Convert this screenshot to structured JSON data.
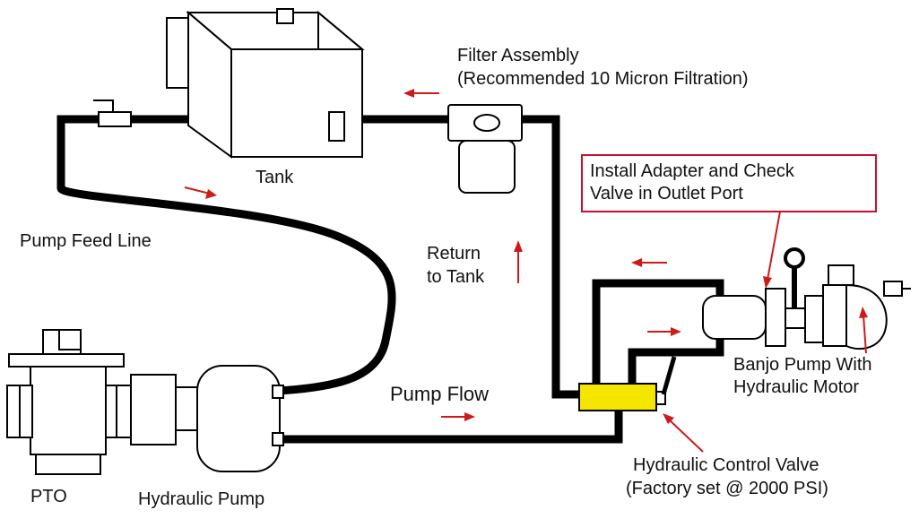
{
  "labels": {
    "filter_assembly": [
      "Filter Assembly",
      "(Recommended 10 Micron Filtration)"
    ],
    "tank": "Tank",
    "adapter_note": [
      "Install Adapter and Check",
      "Valve in Outlet Port"
    ],
    "pump_feed_line": "Pump Feed Line",
    "return_to_tank": [
      "Return",
      "to Tank"
    ],
    "pump_flow": "Pump Flow",
    "banjo_pump": [
      "Banjo Pump With",
      "Hydraulic Motor"
    ],
    "control_valve": [
      "Hydraulic Control Valve",
      "(Factory set @ 2000 PSI)"
    ],
    "pto": "PTO",
    "hydraulic_pump": "Hydraulic Pump"
  },
  "colors": {
    "pipe": "#000000",
    "flow_arrow": "#cc1b1b",
    "note_border": "#c8102e",
    "control_valve_fill": "#f5e600"
  }
}
